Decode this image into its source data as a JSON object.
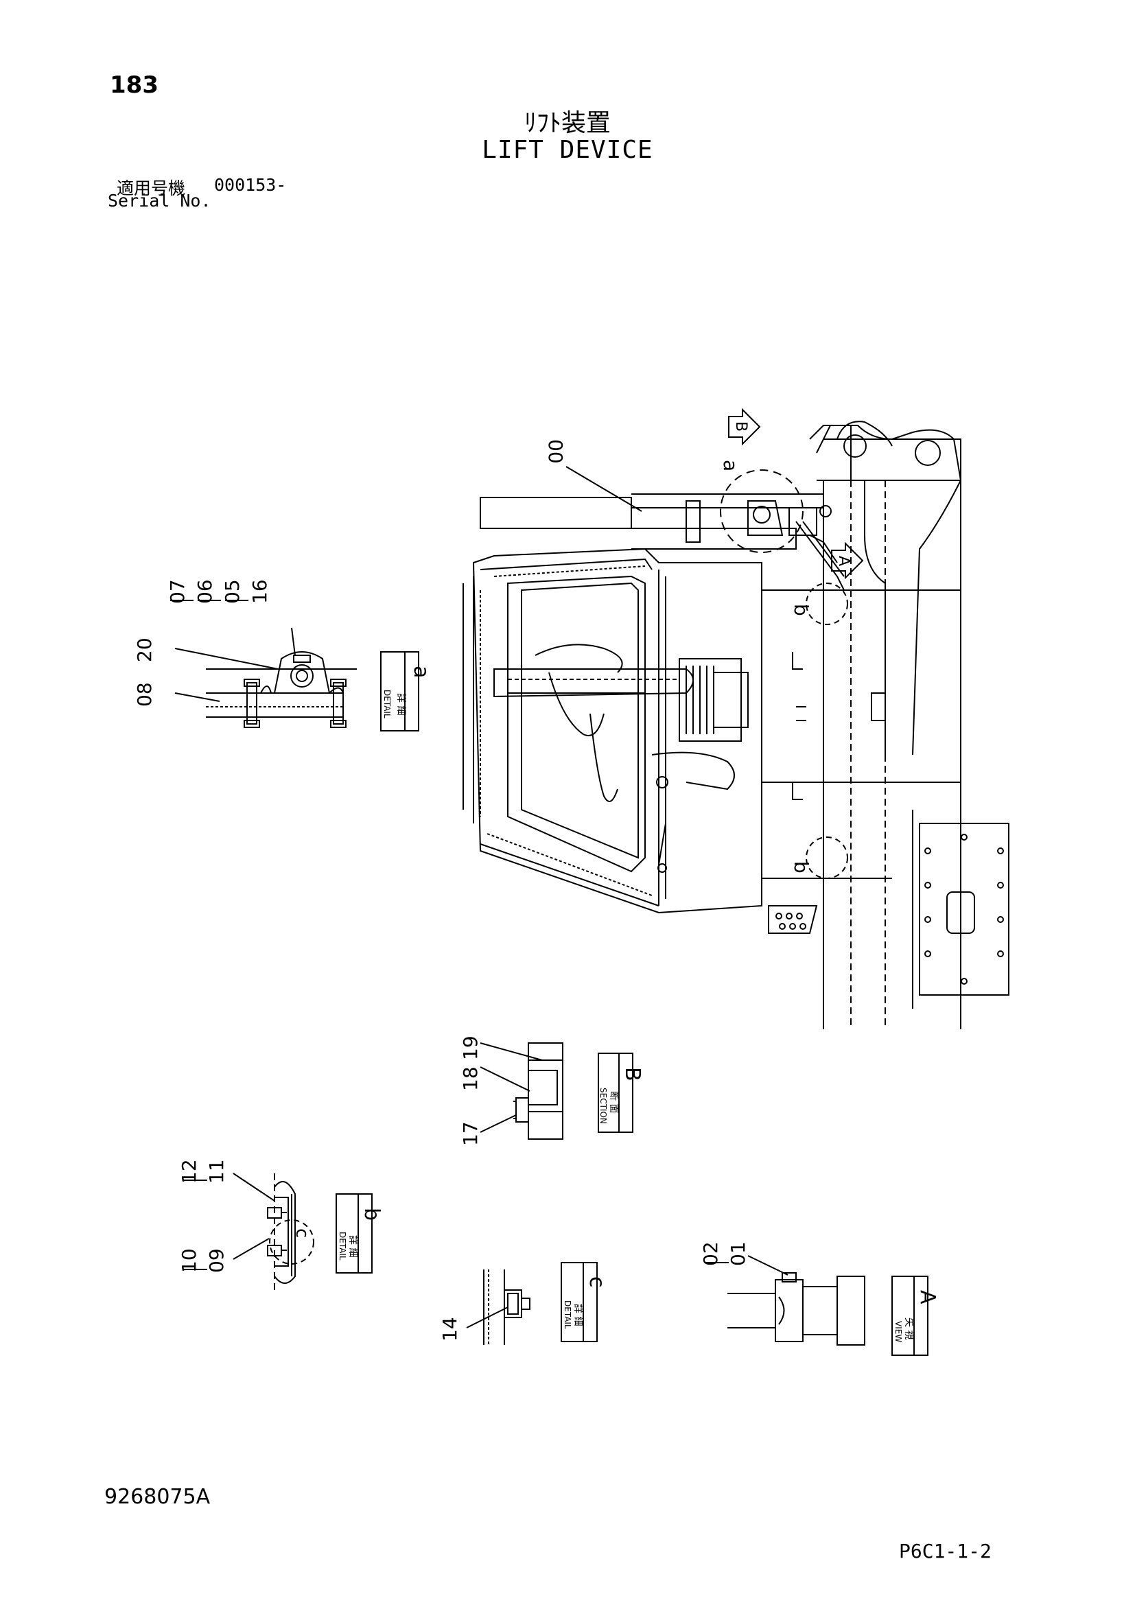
{
  "header": {
    "page_number": "183",
    "title_jp": "ﾘﾌﾄ装置",
    "title_en": "LIFT DEVICE",
    "serial_label_jp": "適用号機",
    "serial_value": "000153-",
    "serial_label_en": "Serial No."
  },
  "footer": {
    "doc_number": "9268075A",
    "page_code": "P6C1-1-2"
  },
  "views": {
    "detail_a": {
      "letter": "a",
      "kanji": "詳 細",
      "label": "DETAIL"
    },
    "section_b": {
      "letter": "B",
      "kanji": "断 面",
      "label": "SECTION"
    },
    "detail_b": {
      "letter": "b",
      "kanji": "詳 細",
      "label": "DETAIL"
    },
    "detail_c": {
      "letter": "c",
      "kanji": "詳 細",
      "label": "DETAIL"
    },
    "view_a": {
      "letter": "A",
      "kanji": "矢 視",
      "label": "VIEW"
    }
  },
  "main_view": {
    "callout_00": "00",
    "detail_marker_a": "a",
    "detail_marker_b1": "b",
    "detail_marker_b2": "b",
    "arrow_a": "A",
    "arrow_b": "B"
  },
  "detail_a_callouts": {
    "c07": "07",
    "c06": "06",
    "c05": "05",
    "c16": "16",
    "c20": "20",
    "c08": "08"
  },
  "section_b_callouts": {
    "c19": "19",
    "c18": "18",
    "c17": "17"
  },
  "detail_b_callouts": {
    "c12": "12",
    "c11": "11",
    "c10": "10",
    "c09": "09",
    "marker_c": "c"
  },
  "detail_c_callouts": {
    "c14": "14"
  },
  "view_a_callouts": {
    "c02": "02",
    "c01": "01"
  }
}
